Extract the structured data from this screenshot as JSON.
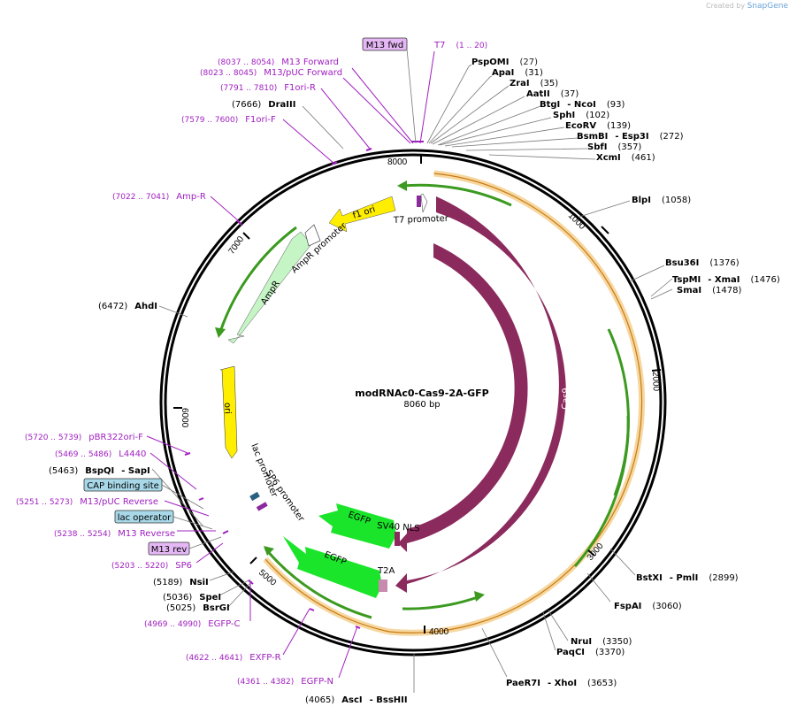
{
  "credit": {
    "created_by": "Created by",
    "brand": "SnapGene"
  },
  "plasmid": {
    "name": "modRNAc0-Cas9-2A-GFP",
    "length": "8060 bp"
  },
  "colors": {
    "cas9": "#8b2a5d",
    "egfp": "#1be52a",
    "ori": "#ffee00",
    "ampR": "#c5f5c5",
    "f1ori": "#ffee00",
    "primer": "#a020c0",
    "orf_halo": "#f6d7a0",
    "orf_arrow": "#3b9a1f"
  },
  "ticks": [
    "1000",
    "2000",
    "3000",
    "4000",
    "5000",
    "6000",
    "7000",
    "8000"
  ],
  "features": [
    {
      "id": "cas9-inner",
      "label": "Cas9"
    },
    {
      "id": "cas9-outer",
      "label": "Cas9"
    },
    {
      "id": "egfp1",
      "label": "EGFP"
    },
    {
      "id": "egfp2",
      "label": "EGFP"
    },
    {
      "id": "sv40",
      "label": "SV40 NLS"
    },
    {
      "id": "t2a",
      "label": "T2A"
    },
    {
      "id": "ori",
      "label": "ori"
    },
    {
      "id": "ampR",
      "label": "AmpR"
    },
    {
      "id": "ampRprom",
      "label": "AmpR promoter"
    },
    {
      "id": "f1ori",
      "label": "f1 ori"
    },
    {
      "id": "t7prom",
      "label": "T7 promoter"
    },
    {
      "id": "lacprom",
      "label": "lac promoter"
    },
    {
      "id": "sp6prom",
      "label": "SP6 promoter"
    }
  ],
  "sites_right": [
    {
      "name": "PspOMI",
      "pos": "(27)"
    },
    {
      "name": "ApaI",
      "pos": "(31)"
    },
    {
      "name": "ZraI",
      "pos": "(35)"
    },
    {
      "name": "AatII",
      "pos": "(37)"
    },
    {
      "name": "BtgI",
      "name2": "- NcoI",
      "pos": "(93)"
    },
    {
      "name": "SphI",
      "pos": "(102)"
    },
    {
      "name": "EcoRV",
      "pos": "(139)"
    },
    {
      "name": "BsmBI",
      "name2": "- Esp3I",
      "pos": "(272)"
    },
    {
      "name": "SbfI",
      "pos": "(357)"
    },
    {
      "name": "XcmI",
      "pos": "(461)"
    },
    {
      "name": "BlpI",
      "pos": "(1058)"
    },
    {
      "name": "Bsu36I",
      "pos": "(1376)"
    },
    {
      "name": "TspMI",
      "name2": "- XmaI",
      "pos": "(1476)"
    },
    {
      "name": "SmaI",
      "pos": "(1478)"
    },
    {
      "name": "BstXI",
      "name2": "- PmlI",
      "pos": "(2899)"
    },
    {
      "name": "FspAI",
      "pos": "(3060)"
    },
    {
      "name": "NruI",
      "pos": "(3350)"
    },
    {
      "name": "PaqCI",
      "pos": "(3370)"
    },
    {
      "name": "PaeR7I",
      "name2": "- XhoI",
      "pos": "(3653)"
    },
    {
      "name": "AscI",
      "name2": "- BssHII",
      "pos": "(4065)"
    }
  ],
  "sites_left": [
    {
      "name": "DraIII",
      "pos": "(7666)"
    },
    {
      "name": "AhdI",
      "pos": "(6472)"
    },
    {
      "name": "BspQI",
      "name2": "- SapI",
      "pos": "(5463)"
    },
    {
      "name": "NsiI",
      "pos": "(5189)"
    },
    {
      "name": "SpeI",
      "pos": "(5036)"
    },
    {
      "name": "BsrGI",
      "pos": "(5025)"
    }
  ],
  "primers": [
    {
      "name": "T7",
      "pos": "(1 .. 20)"
    },
    {
      "name": "M13 Forward",
      "pos": "(8037 .. 8054)"
    },
    {
      "name": "M13/pUC Forward",
      "pos": "(8023 .. 8045)"
    },
    {
      "name": "F1ori-R",
      "pos": "(7791 .. 7810)"
    },
    {
      "name": "F1ori-F",
      "pos": "(7579 .. 7600)"
    },
    {
      "name": "Amp-R",
      "pos": "(7022 .. 7041)"
    },
    {
      "name": "pBR322ori-F",
      "pos": "(5720 .. 5739)"
    },
    {
      "name": "L4440",
      "pos": "(5469 .. 5486)"
    },
    {
      "name": "M13/pUC Reverse",
      "pos": "(5251 .. 5273)"
    },
    {
      "name": "M13 Reverse",
      "pos": "(5238 .. 5254)"
    },
    {
      "name": "SP6",
      "pos": "(5203 .. 5220)"
    },
    {
      "name": "EGFP-C",
      "pos": "(4969 .. 4990)"
    },
    {
      "name": "EXFP-R",
      "pos": "(4622 .. 4641)"
    },
    {
      "name": "EGFP-N",
      "pos": "(4361 .. 4382)"
    }
  ],
  "boxed": [
    {
      "name": "M13 fwd"
    },
    {
      "name": "CAP binding site"
    },
    {
      "name": "lac operator"
    },
    {
      "name": "M13 rev"
    }
  ]
}
